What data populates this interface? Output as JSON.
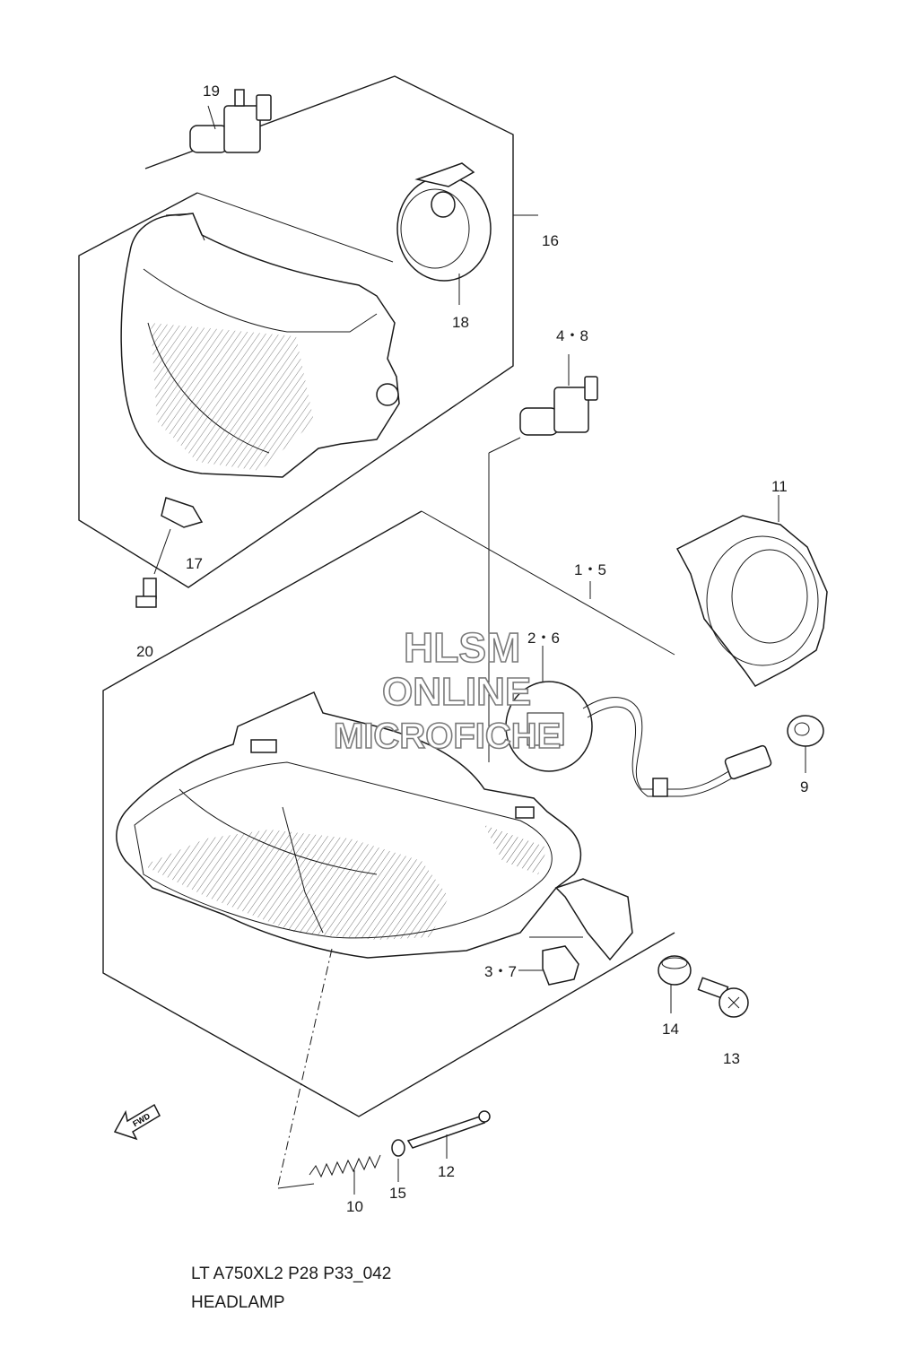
{
  "diagram": {
    "callouts": {
      "c19": "19",
      "c16": "16",
      "c18": "18",
      "c48": "4・8",
      "c11": "11",
      "c15a": "1・5",
      "c17": "17",
      "c20": "20",
      "c26": "2・6",
      "c9": "9",
      "c37": "3・7",
      "c14": "14",
      "c13": "13",
      "c12": "12",
      "c10": "10",
      "c15": "15"
    },
    "fwd_label": "FWD",
    "watermark": {
      "line1": "HLSM",
      "line2": "ONLINE",
      "line3": "MICROFICHE"
    },
    "footer": {
      "model_code": "LT A750XL2 P28 P33_042",
      "section_title": "HEADLAMP"
    }
  }
}
